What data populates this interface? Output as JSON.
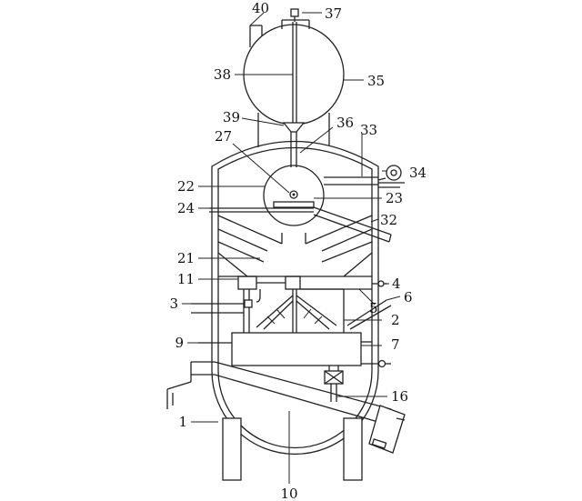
{
  "diagram": {
    "callouts": [
      {
        "id": "c40",
        "label": "40"
      },
      {
        "id": "c37",
        "label": "37"
      },
      {
        "id": "c38",
        "label": "38"
      },
      {
        "id": "c35",
        "label": "35"
      },
      {
        "id": "c39",
        "label": "39"
      },
      {
        "id": "c36",
        "label": "36"
      },
      {
        "id": "c33",
        "label": "33"
      },
      {
        "id": "c27",
        "label": "27"
      },
      {
        "id": "c34",
        "label": "34"
      },
      {
        "id": "c22",
        "label": "22"
      },
      {
        "id": "c23",
        "label": "23"
      },
      {
        "id": "c24",
        "label": "24"
      },
      {
        "id": "c32",
        "label": "32"
      },
      {
        "id": "c21",
        "label": "21"
      },
      {
        "id": "c11",
        "label": "11"
      },
      {
        "id": "c4",
        "label": "4"
      },
      {
        "id": "c6",
        "label": "6"
      },
      {
        "id": "c3",
        "label": "3"
      },
      {
        "id": "c5",
        "label": "5"
      },
      {
        "id": "c2",
        "label": "2"
      },
      {
        "id": "c9",
        "label": "9"
      },
      {
        "id": "c7",
        "label": "7"
      },
      {
        "id": "c16",
        "label": "16"
      },
      {
        "id": "c1",
        "label": "1"
      },
      {
        "id": "c10",
        "label": "10"
      }
    ]
  }
}
